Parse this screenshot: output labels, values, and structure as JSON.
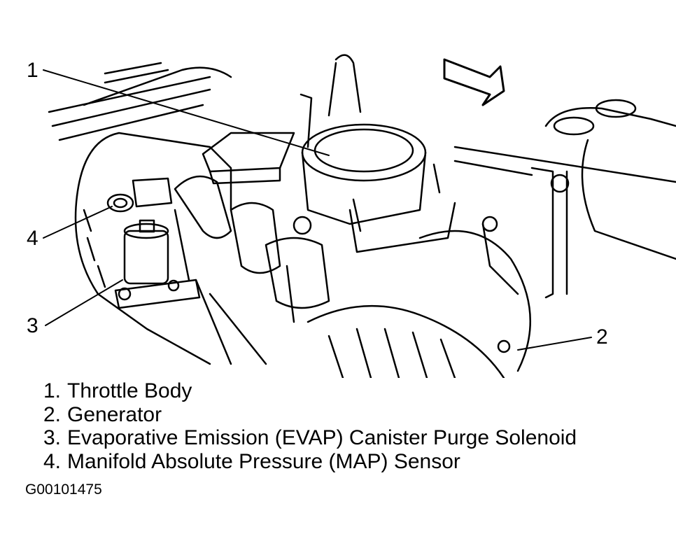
{
  "callouts": [
    {
      "number": "1",
      "label": "Throttle Body"
    },
    {
      "number": "2",
      "label": "Generator"
    },
    {
      "number": "3",
      "label": "Evaporative Emission (EVAP) Canister Purge Solenoid"
    },
    {
      "number": "4",
      "label": "Manifold Absolute Pressure (MAP) Sensor"
    }
  ],
  "legend": [
    {
      "number": "1.",
      "text": "Throttle Body"
    },
    {
      "number": "2.",
      "text": "Generator"
    },
    {
      "number": "3.",
      "text": "Evaporative Emission (EVAP) Canister Purge Solenoid"
    },
    {
      "number": "4.",
      "text": "Manifold Absolute Pressure (MAP) Sensor"
    }
  ],
  "figure_id": "G00101475",
  "colors": {
    "ink": "#000000",
    "paper": "#ffffff"
  }
}
